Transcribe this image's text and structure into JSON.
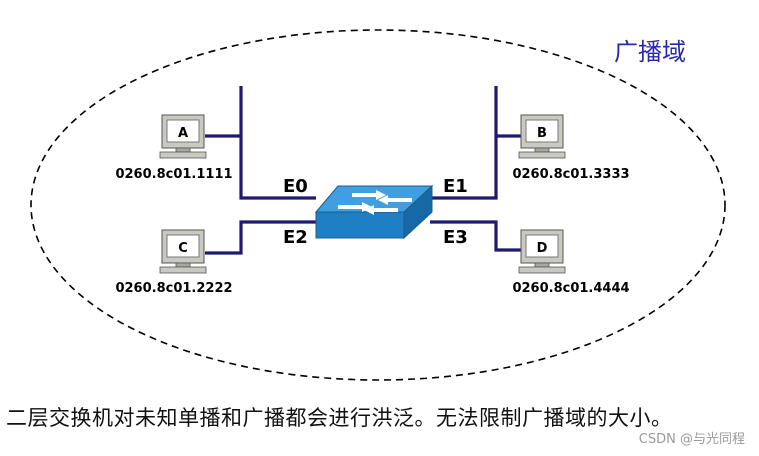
{
  "domain_label": "广播域",
  "hosts": [
    {
      "id": "A",
      "mac": "0260.8c01.1111"
    },
    {
      "id": "B",
      "mac": "0260.8c01.3333"
    },
    {
      "id": "C",
      "mac": "0260.8c01.2222"
    },
    {
      "id": "D",
      "mac": "0260.8c01.4444"
    }
  ],
  "ports": [
    "E0",
    "E1",
    "E2",
    "E3"
  ],
  "caption": "二层交换机对未知单播和广播都会进行洪泛。无法限制广播域的大小。",
  "watermark": "CSDN @与光同程",
  "colors": {
    "link": "#1e1a6e",
    "domain_label": "#2a2aa8",
    "switch_top": "#3f9fe0",
    "switch_front": "#1f7fc4",
    "switch_side": "#1668a6"
  },
  "icons": {
    "switch": "switch-icon",
    "host": "computer-icon"
  }
}
